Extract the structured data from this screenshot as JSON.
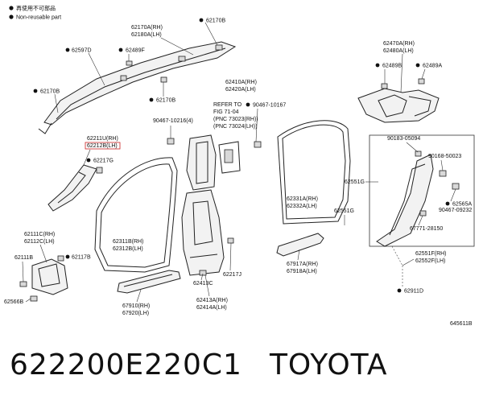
{
  "legend": {
    "item1_text": "再使用不可部品",
    "item2_text": "Non-reusable part"
  },
  "figure_code": "645611B",
  "refer": {
    "line1": "REFER TO",
    "line2": "FIG 71-04",
    "line3": "(PNC 73023(RH))",
    "line4": "(PNC 73024(LH))"
  },
  "labels": {
    "p62170B_top": "62170B",
    "p62170A": "62170A(RH)",
    "p62180A": "62180A(LH)",
    "p62597D": "62597D",
    "p62489F": "62489F",
    "p62170B_left": "62170B",
    "p62170B_mid": "62170B",
    "p62470A": "62470A(RH)",
    "p62480A": "62480A(LH)",
    "p62489B": "62489B",
    "p62489A": "62489A",
    "p62410A": "62410A(RH)",
    "p62420A": "62420A(LH)",
    "p90467_10167": "90467-10167",
    "p90467_10216": "90467-10216(4)",
    "p62211U": "62211U(RH)",
    "p62212B": "62212B(LH)",
    "p62217G": "62217G",
    "p90183": "90183-05094",
    "p90168": "90168-50023",
    "p62551G_a": "62551G",
    "p62551G_b": "62551G",
    "p62565A": "62565A",
    "p90467_09232": "90467-09232",
    "p67771": "67771-28150",
    "p62331A": "62331A(RH)",
    "p62332A": "62332A(LH)",
    "p62111C": "62111C(RH)",
    "p62112C": "62112C(LH)",
    "p62111B": "62111B",
    "p62117B": "62117B",
    "p62566B": "62566B",
    "p62311B": "62311B(RH)",
    "p62312B": "62312B(LH)",
    "p62413C": "62413C",
    "p62217J": "62217J",
    "p62413A": "62413A(RH)",
    "p62414A": "62414A(LH)",
    "p67910": "67910(RH)",
    "p67920": "67920(LH)",
    "p67917A": "67917A(RH)",
    "p67918A": "67918A(LH)",
    "p62551F": "62551F(RH)",
    "p62552F": "62552F(LH)",
    "p62911D": "62911D"
  },
  "footer": {
    "part_number": "622200E220C1",
    "brand": "TOYOTA"
  }
}
